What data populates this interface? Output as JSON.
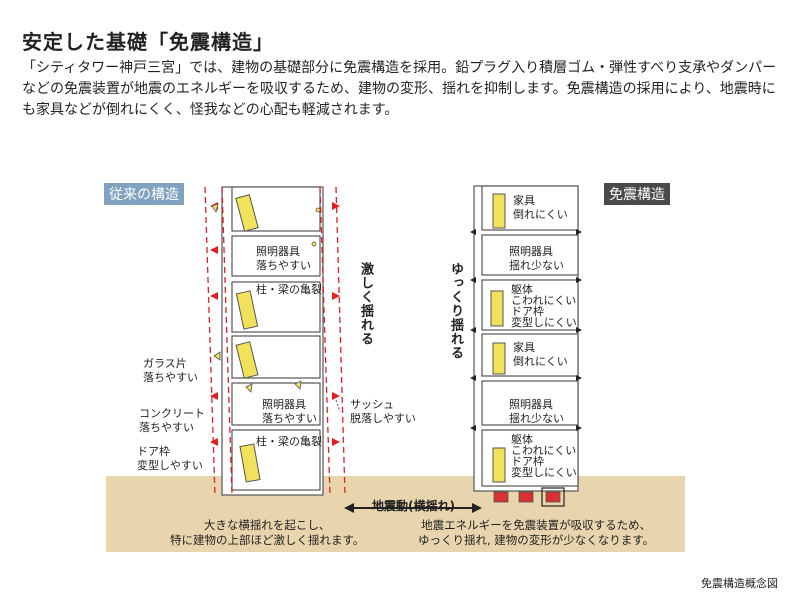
{
  "title": "安定した基礎「免震構造」",
  "description": "「シティタワー神戸三宮」では、建物の基礎部分に免震構造を採用。鉛プラグ入り積層ゴム・弾性すべり支承やダンパーなどの免震装置が地震のエネルギーを吸収するため、建物の変形、揺れを抑制します。免震構造の採用により、地震時にも家具などが倒れにくく、怪我などの心配も軽減されます。",
  "tags": {
    "conventional": "従来の構造",
    "isolation": "免震構造"
  },
  "left_labels": {
    "lighting_fall": [
      "照明器具",
      "落ちやすい"
    ],
    "pillar_crack_1": "柱・梁の亀裂",
    "glass": [
      "ガラス片",
      "落ちやすい"
    ],
    "lighting_fall_2": [
      "照明器具",
      "落ちやすい"
    ],
    "concrete": [
      "コンクリート",
      "落ちやすい"
    ],
    "pillar_crack_2": "柱・梁の亀裂",
    "door": [
      "ドア枠",
      "変型しやすい"
    ],
    "sash": [
      "サッシュ",
      "脱落しやすい"
    ],
    "shake_violent": "激しく揺れる"
  },
  "right_labels": {
    "furniture_1": [
      "家具",
      "倒れにくい"
    ],
    "lighting_1": [
      "照明器具",
      "揺れ少ない"
    ],
    "frame_1": [
      "躯体",
      "こわれにくい",
      "ドア枠",
      "変型しにくい"
    ],
    "furniture_2": [
      "家具",
      "倒れにくい"
    ],
    "lighting_2": [
      "照明器具",
      "揺れ少ない"
    ],
    "frame_2": [
      "躯体",
      "こわれにくい",
      "ドア枠",
      "変型しにくい"
    ],
    "shake_slow": "ゆっくり揺れる"
  },
  "ground": {
    "arrow_label": "地震動(横揺れ)",
    "left_text": [
      "大きな横揺れを起こし、",
      "特に建物の上部ほど激しく揺れます。"
    ],
    "right_text": [
      "地震エネルギーを免震装置が吸収するため、",
      "ゆっくり揺れ, 建物の変形が少なくなります。"
    ]
  },
  "caption": "免震構造概念図",
  "colors": {
    "ground": "#e8d5ad",
    "red_dash": "#e02020",
    "furniture": "#f2e15a",
    "tag_conv": "#7fa2c0",
    "tag_iso": "#4a4a4a"
  }
}
